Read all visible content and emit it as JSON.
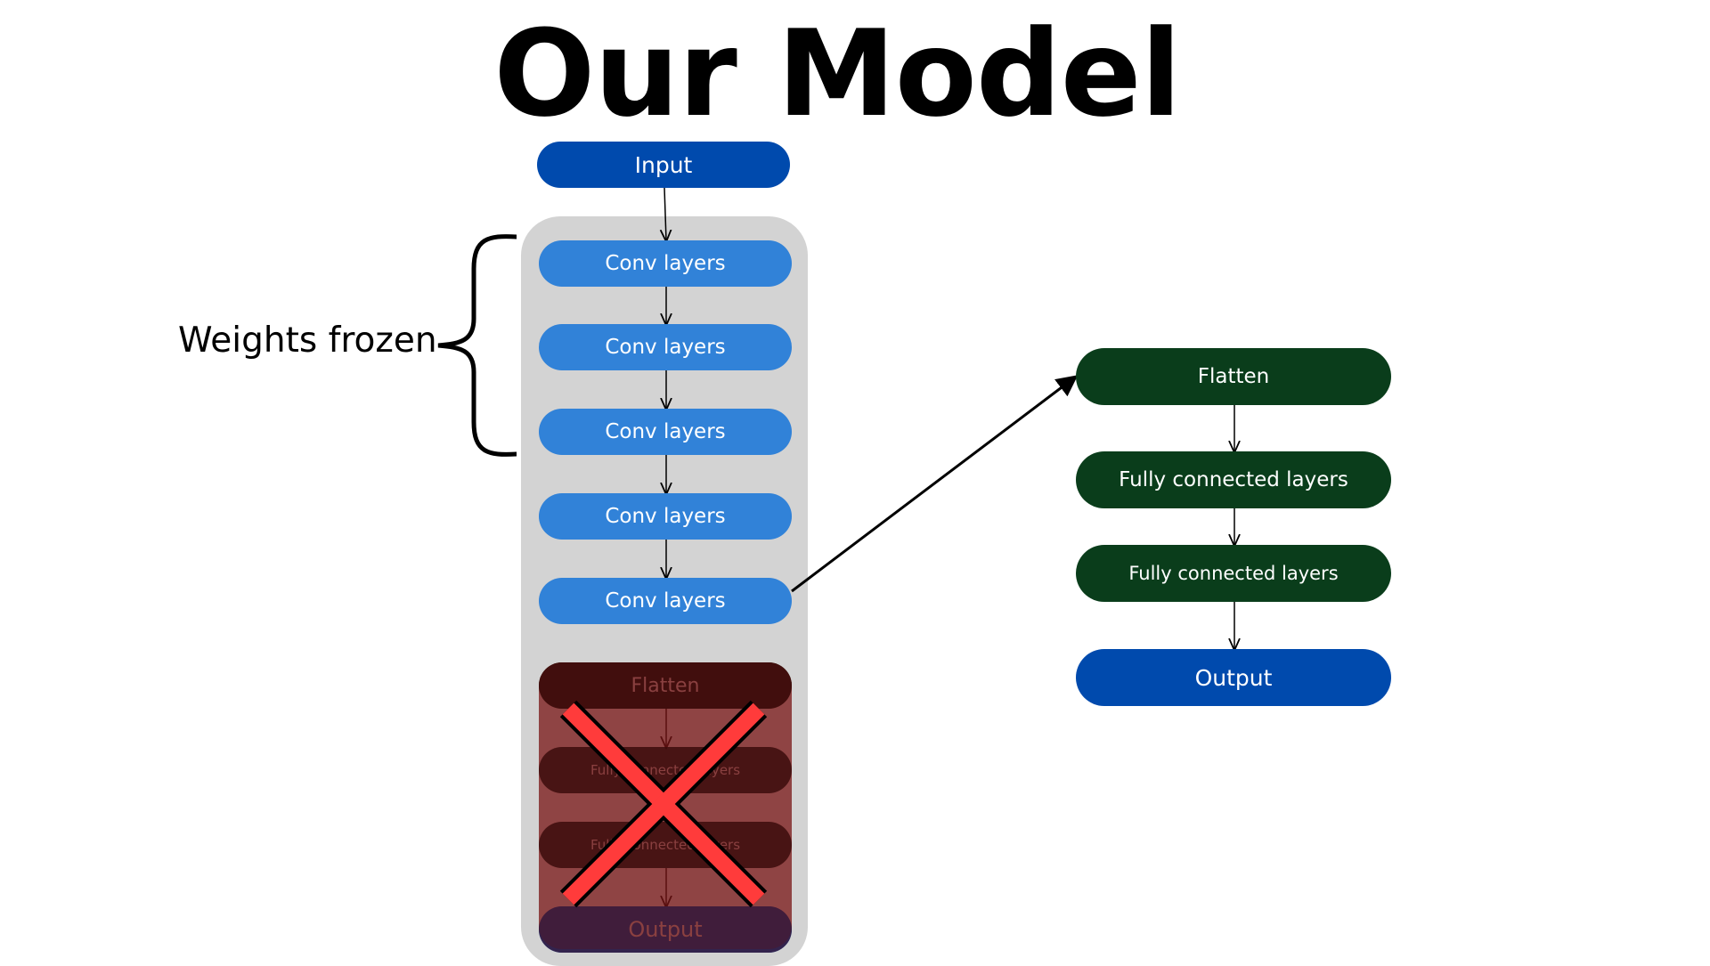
{
  "title": "Our Model",
  "side_label": "Weights frozen",
  "input_label": "Input",
  "conv_layers": [
    "Conv layers",
    "Conv layers",
    "Conv layers",
    "Conv layers",
    "Conv layers"
  ],
  "removed_head": {
    "flatten": "Flatten",
    "fc_1": "Fully connected layers",
    "fc_2": "Fully connected layers",
    "output": "Output"
  },
  "new_head": {
    "flatten": "Flatten",
    "fc_1": "Fully connected layers",
    "fc_2": "Fully connected layers",
    "output": "Output"
  },
  "colors": {
    "input_blue": "#004aad",
    "conv_blue": "#3182d8",
    "head_green": "#0a3d1b",
    "panel_gray": "#d3d3d3",
    "removed_overlay": "#781414",
    "cross_red": "#ff3b3b",
    "text_white": "#ffffff"
  },
  "icons": {
    "removed_marker": "red-x-icon",
    "bracket": "curly-brace-icon"
  }
}
